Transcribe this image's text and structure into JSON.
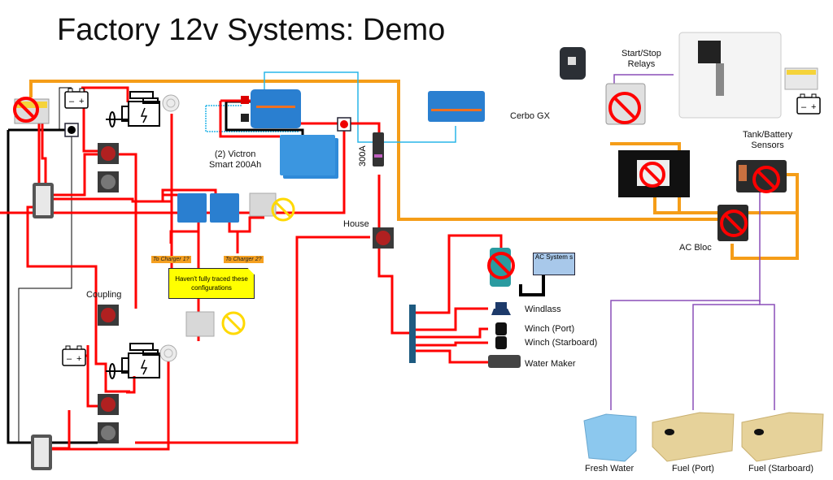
{
  "title": "Factory 12v Systems: Demo",
  "labels": {
    "batteries": [
      "(2) Victron",
      "Smart 200Ah"
    ],
    "cerbo": "Cerbo GX",
    "start_stop": [
      "Start/Stop",
      "Relays"
    ],
    "tank_battery": [
      "Tank/Battery",
      "Sensors"
    ],
    "ac_bloc": "AC Bloc",
    "fuse": "300A",
    "house": "House",
    "coupling": "Coupling",
    "ac_system": "AC System s",
    "note": "Haven't fully traced these configurations",
    "to_charger_1": "To Charger 1?",
    "to_charger_2": "To Charger 2?"
  },
  "loads": [
    {
      "name": "Windlass"
    },
    {
      "name": "Winch (Port)"
    },
    {
      "name": "Winch (Starboard)"
    },
    {
      "name": "Water Maker"
    }
  ],
  "tanks": [
    {
      "name": "Fresh Water",
      "color": "#8cc8ee"
    },
    {
      "name": "Fuel (Port)",
      "color": "#e6d29a"
    },
    {
      "name": "Fuel (Starboard)",
      "color": "#e6d29a"
    }
  ],
  "colors": {
    "dc_positive": "#ff0000",
    "dc_negative": "#000000",
    "network": "#f59d18",
    "vedirect": "#29b6e8",
    "sensor": "#8a4fb8",
    "victron_blue": "#2a7fd0",
    "prohibited": "#ff0000",
    "disabled": "#ffd900"
  },
  "status_markers": {
    "prohibited": [
      "ac-charger",
      "start-stop-relays",
      "display-panel",
      "tank-battery-sensors",
      "ac-bloc",
      "inverter"
    ],
    "disabled": [
      "dc-dc-charger-upper",
      "dc-dc-charger-lower"
    ]
  }
}
